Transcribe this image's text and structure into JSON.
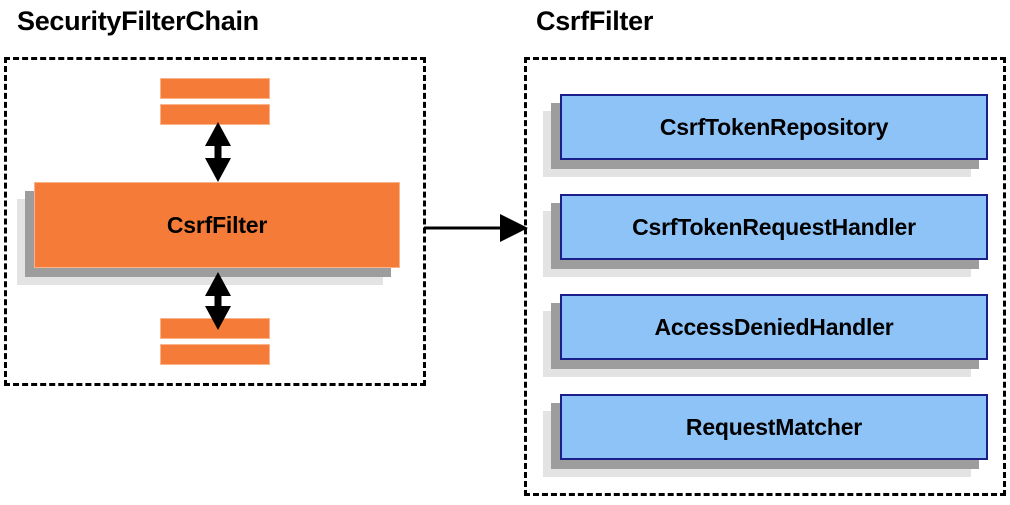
{
  "diagram": {
    "background_color": "#ffffff",
    "panels": [
      {
        "id": "security-filter-chain",
        "title": "SecurityFilterChain",
        "border_style": "dashed",
        "border_color": "#000000"
      },
      {
        "id": "csrf-filter",
        "title": "CsrfFilter",
        "border_style": "dashed",
        "border_color": "#000000"
      }
    ],
    "left_panel": {
      "title": "SecurityFilterChain",
      "main_node": {
        "label": "CsrfFilter",
        "fill_color": "#f47b38",
        "border_color": "#f9b48c"
      },
      "stub_bars_top": [
        {
          "name": "filter-stub-top-1",
          "fill_color": "#f47b38"
        },
        {
          "name": "filter-stub-top-2",
          "fill_color": "#f47b38"
        }
      ],
      "stub_bars_bottom": [
        {
          "name": "filter-stub-bottom-1",
          "fill_color": "#f47b38"
        },
        {
          "name": "filter-stub-bottom-2",
          "fill_color": "#f47b38"
        }
      ],
      "connectors": [
        {
          "name": "arrow-up-double",
          "type": "double-headed-vertical"
        },
        {
          "name": "arrow-down-double",
          "type": "double-headed-vertical"
        }
      ]
    },
    "right_panel": {
      "title": "CsrfFilter",
      "components": [
        {
          "label": "CsrfTokenRepository",
          "fill_color": "#8ec3f8",
          "border_color": "#1a1f8c"
        },
        {
          "label": "CsrfTokenRequestHandler",
          "fill_color": "#8ec3f8",
          "border_color": "#1a1f8c"
        },
        {
          "label": "AccessDeniedHandler",
          "fill_color": "#8ec3f8",
          "border_color": "#1a1f8c"
        },
        {
          "label": "RequestMatcher",
          "fill_color": "#8ec3f8",
          "border_color": "#1a1f8c"
        }
      ]
    },
    "cross_panel_connector": {
      "name": "expansion-arrow",
      "type": "single-headed-horizontal",
      "color": "#000000"
    },
    "shadow": {
      "near_color": "#9d9d9d",
      "far_color": "#e3e3e3"
    }
  }
}
